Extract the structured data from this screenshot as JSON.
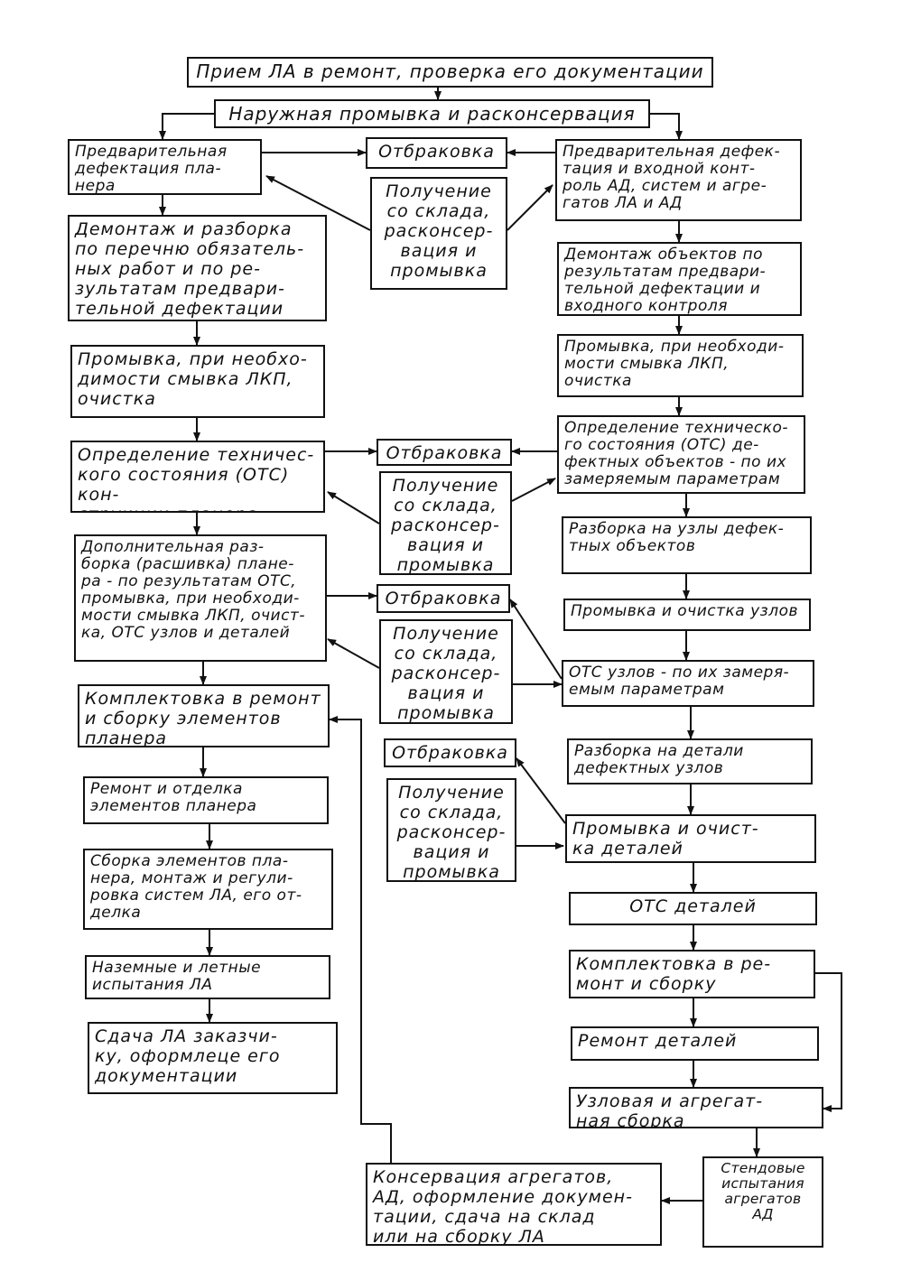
{
  "boxes": {
    "receive": "Прием ЛА в ремонт, проверка его документации",
    "wash_top": "Наружная промывка и расконсервация",
    "prelim_frame": "Предварительная\nдефектация пла-\nнера",
    "reject_1": "Отбраковка",
    "prelim_engine": "Предварительная дефек-\nтация и входной конт-\nроль АД, систем и агре-\nгатов ЛА и АД",
    "supply_1": "Получение\nсо склада,\nрасконсер-\nвация и\nпромывка",
    "dismantle_frame": "Демонтаж и разборка\nпо перечню обязатель-\nных работ и по ре-\nзультатам предвари-\nтельной дефектации",
    "dismantle_obj": "Демонтаж объектов по\nрезультатам предвари-\nтельной дефектации и\nвходного контроля",
    "wash_frame": "Промывка, при необхо-\nдимости смывка ЛКП,\nочистка",
    "wash_obj": "Промывка, при необходи-\nмости смывка ЛКП,\nочистка",
    "ots_frame": "Определение техничес-\nкого состояния (ОТС) кон-\nструкции планера",
    "reject_2": "Отбраковка",
    "ots_obj": "Определение техническо-\nго состояния (ОТС) де-\nфектных объектов - по их\nзамеряемым параметрам",
    "supply_2": "Получение\nсо склада,\nрасконсер-\nвация и\nпромывка",
    "disassembly_units": "Разборка на узлы дефек-\nтных объектов",
    "extra_disassembly": "Дополнительная раз-\nборка (расшивка) плане-\nра - по результатам ОТС,\nпромывка, при необходи-\nмости смывка ЛКП, очист-\nка, ОТС узлов и деталей",
    "reject_3": "Отбраковка",
    "wash_units": "Промывка и очистка узлов",
    "supply_3": "Получение\nсо склада,\nрасконсер-\nвация и\nпромывка",
    "ots_units": "ОТС узлов - по их замеря-\nемым параметрам",
    "kit_frame": "Комплектовка в ремонт\nи сборку элементов\nпланера",
    "reject_4": "Отбраковка",
    "disassembly_parts": "Разборка на детали\nдефектных узлов",
    "repair_frame": "Ремонт и отделка\nэлементов планера",
    "supply_4": "Получение\nсо склада,\nрасконсер-\nвация и\nпромывка",
    "wash_parts": "Промывка и очист-\nка деталей",
    "assembly_frame": "Сборка элементов пла-\nнера, монтаж и регули-\nровка систем ЛА, его от-\nделка",
    "ots_parts": "ОТС деталей",
    "tests": "Наземные и летные\nиспытания ЛА",
    "kit_parts": "Комплектовка в ре-\nмонт и сборку",
    "delivery": "Сдача ЛА заказчи-\nку, оформлеце его\nдокументации",
    "repair_parts": "Ремонт деталей",
    "unit_assembly": "Узловая и агрегат-\nная сборка",
    "conservation": "Консервация агрегатов,\nАД, оформление докумен-\nтации, сдача на склад\nили на сборку ЛА",
    "bench_tests": "Стендовые\nиспытания\nагрегатов\nАД"
  },
  "colors": {
    "ink": "#111111",
    "paper": "#ffffff"
  }
}
